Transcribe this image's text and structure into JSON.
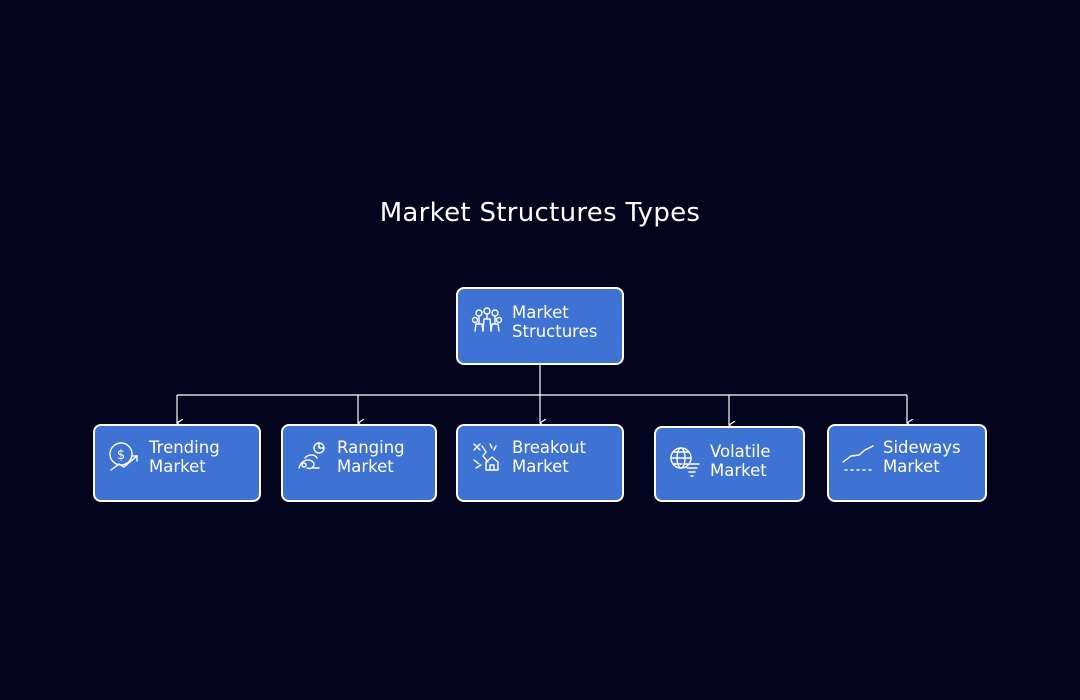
{
  "title": "Market Structures Types",
  "root": {
    "line1": "Market",
    "line2": "Structures",
    "icon": "people-group-icon"
  },
  "children": [
    {
      "line1": "Trending",
      "line2": "Market",
      "icon": "dollar-trend-up-icon"
    },
    {
      "line1": "Ranging",
      "line2": "Market",
      "icon": "range-cycle-icon"
    },
    {
      "line1": "Breakout",
      "line2": "Market",
      "icon": "breaking-building-icon"
    },
    {
      "line1": "Volatile",
      "line2": "Market",
      "icon": "globe-tornado-icon"
    },
    {
      "line1": "Sideways",
      "line2": "Market",
      "icon": "sideways-line-icon"
    }
  ],
  "colors": {
    "background": "#05041f",
    "node_fill": "#3e72d3",
    "node_border": "#ffffff",
    "connector": "#ffffff"
  }
}
